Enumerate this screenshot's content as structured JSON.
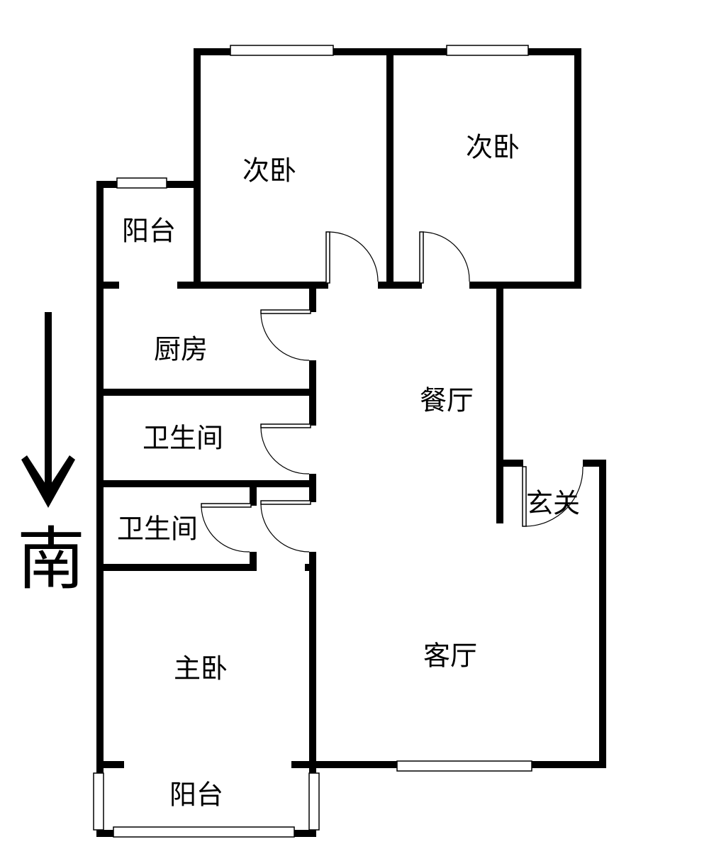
{
  "rooms": {
    "bedroom_2a": "次卧",
    "bedroom_2b": "次卧",
    "balcony_north": "阳台",
    "kitchen": "厨房",
    "bathroom_1": "卫生间",
    "bathroom_2": "卫生间",
    "dining": "餐厅",
    "foyer": "玄关",
    "living": "客厅",
    "master_bedroom": "主卧",
    "balcony_south": "阳台"
  },
  "compass": {
    "label": "南",
    "icon": "arrow-down-icon"
  }
}
